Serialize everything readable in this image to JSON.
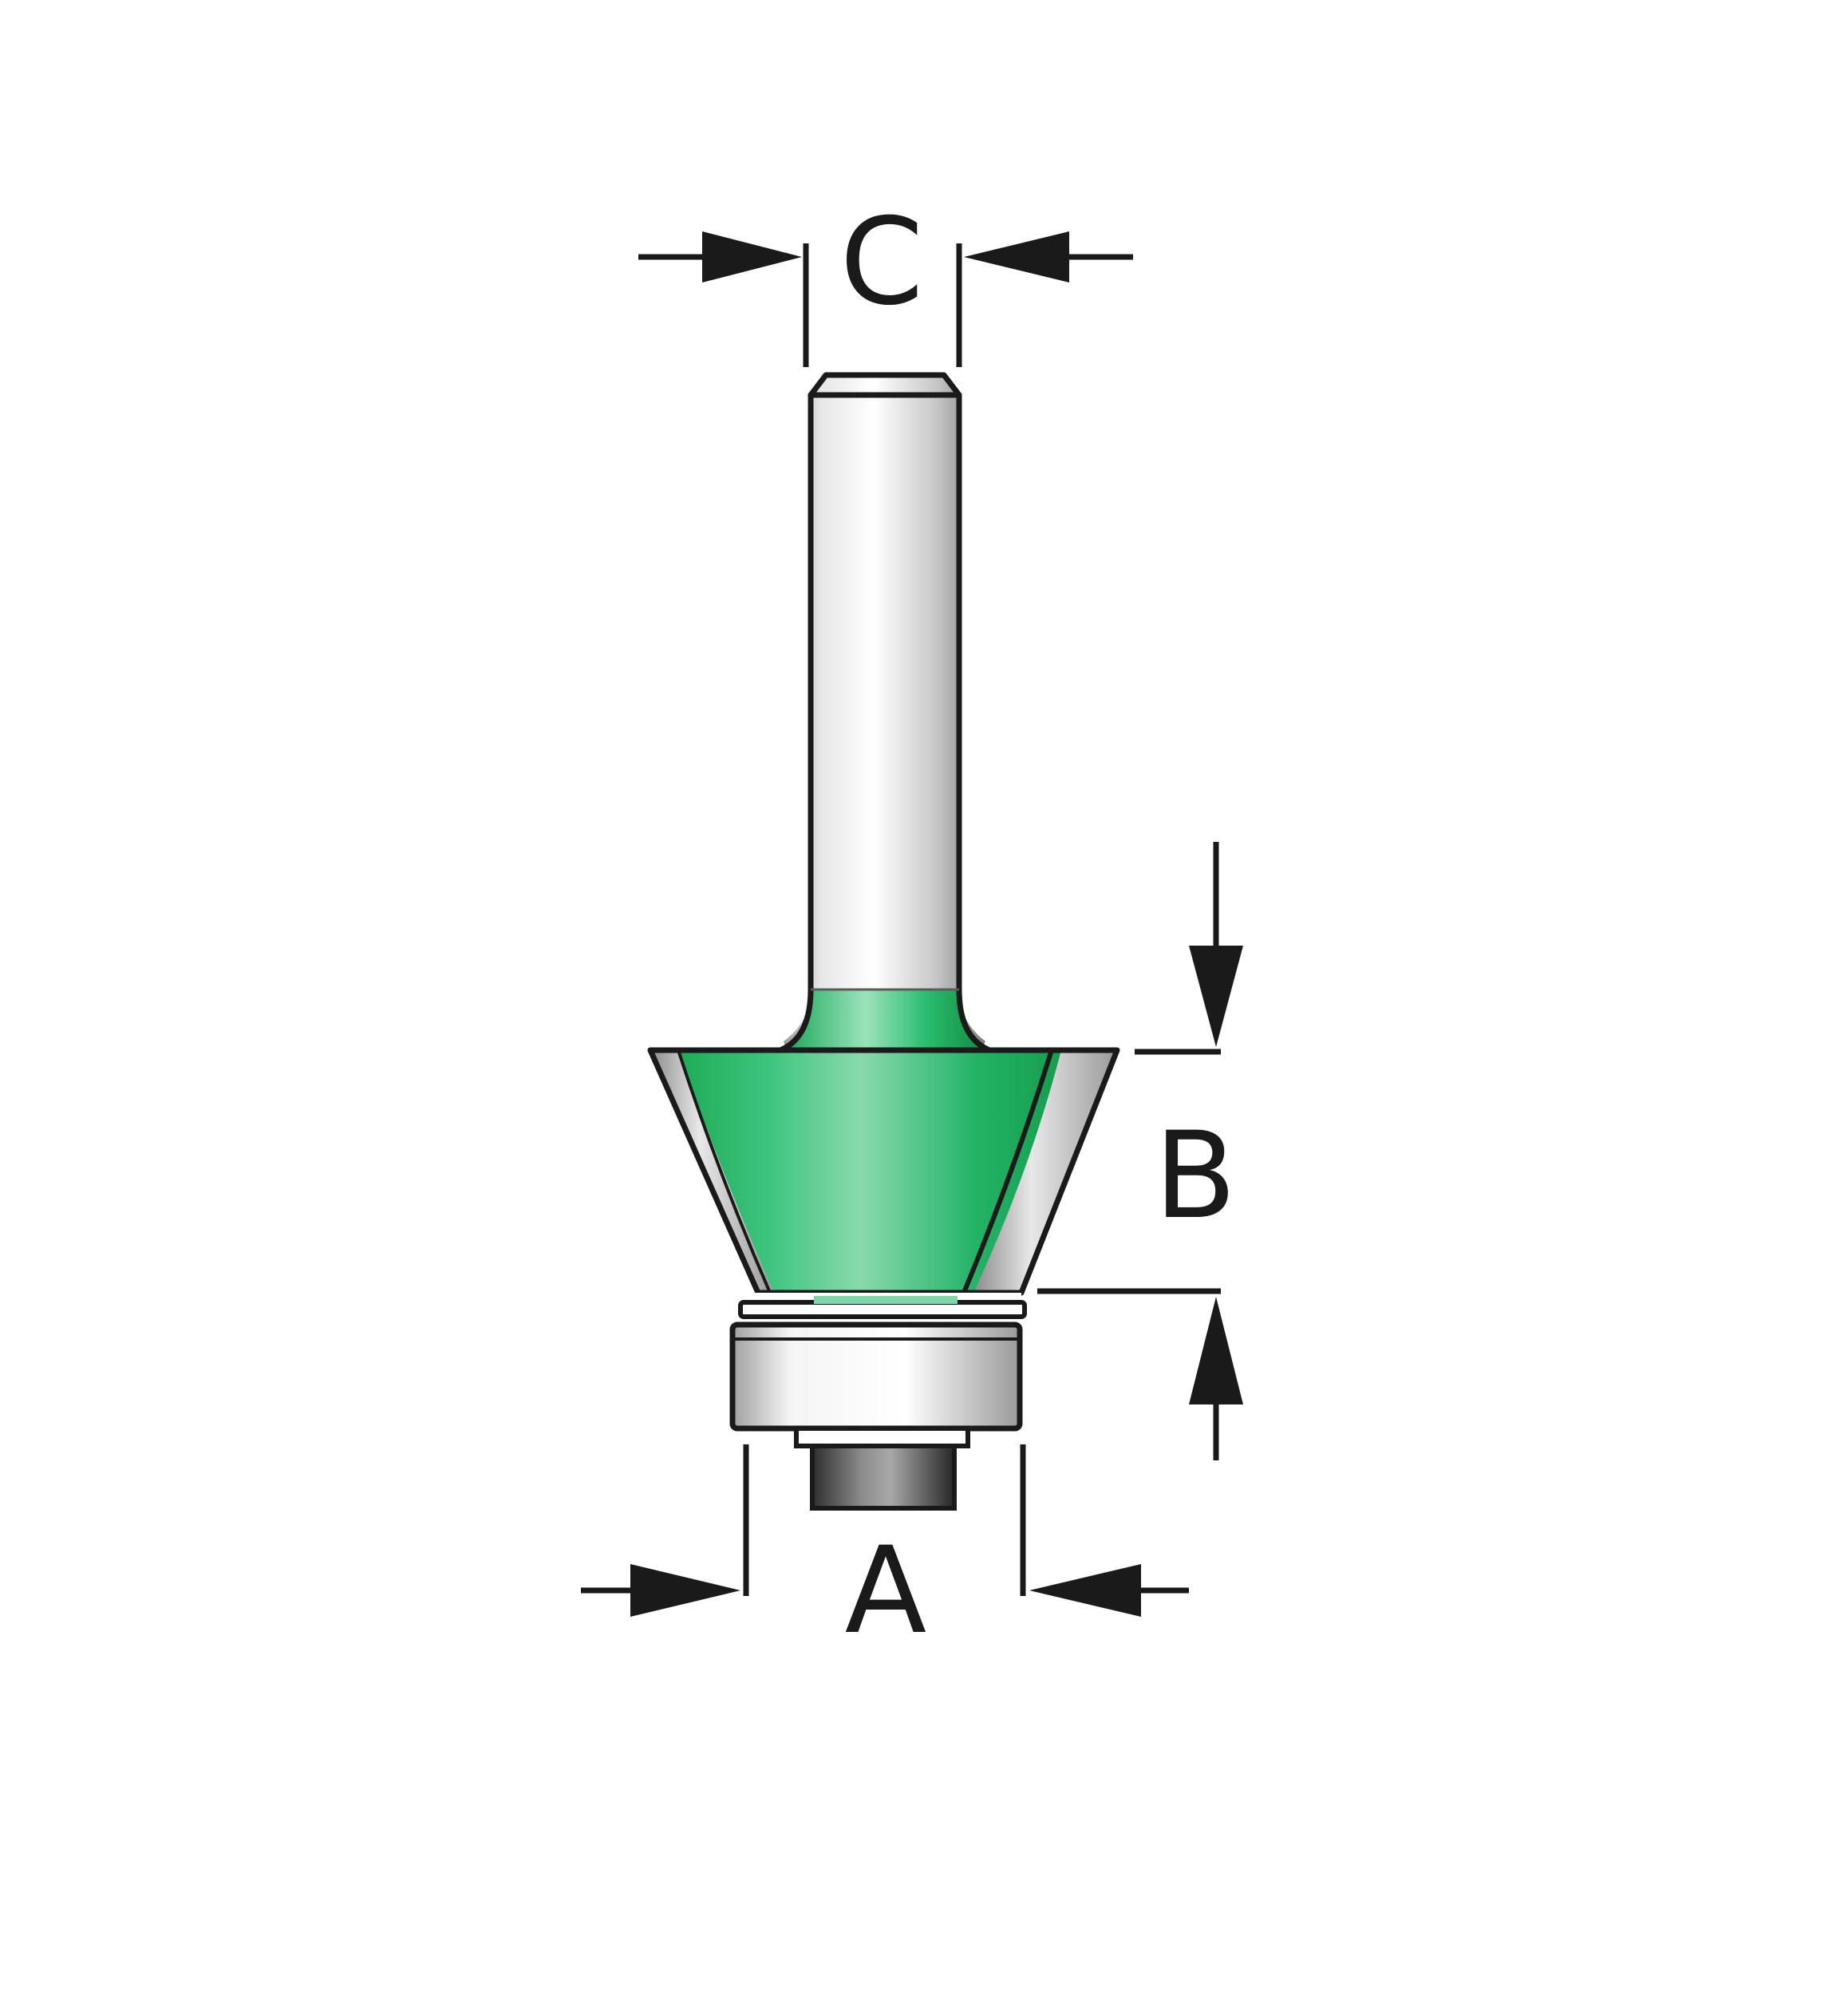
{
  "labels": {
    "dimension_c": "C",
    "dimension_b": "B",
    "dimension_a": "A"
  },
  "colors": {
    "cutter_green": "#2db36b",
    "steel_light": "#f2f2f2",
    "steel_dark": "#8a8a8a",
    "outline": "#1a1a1a",
    "background": "#ffffff"
  },
  "icons": {
    "part": "router-bit-icon"
  }
}
